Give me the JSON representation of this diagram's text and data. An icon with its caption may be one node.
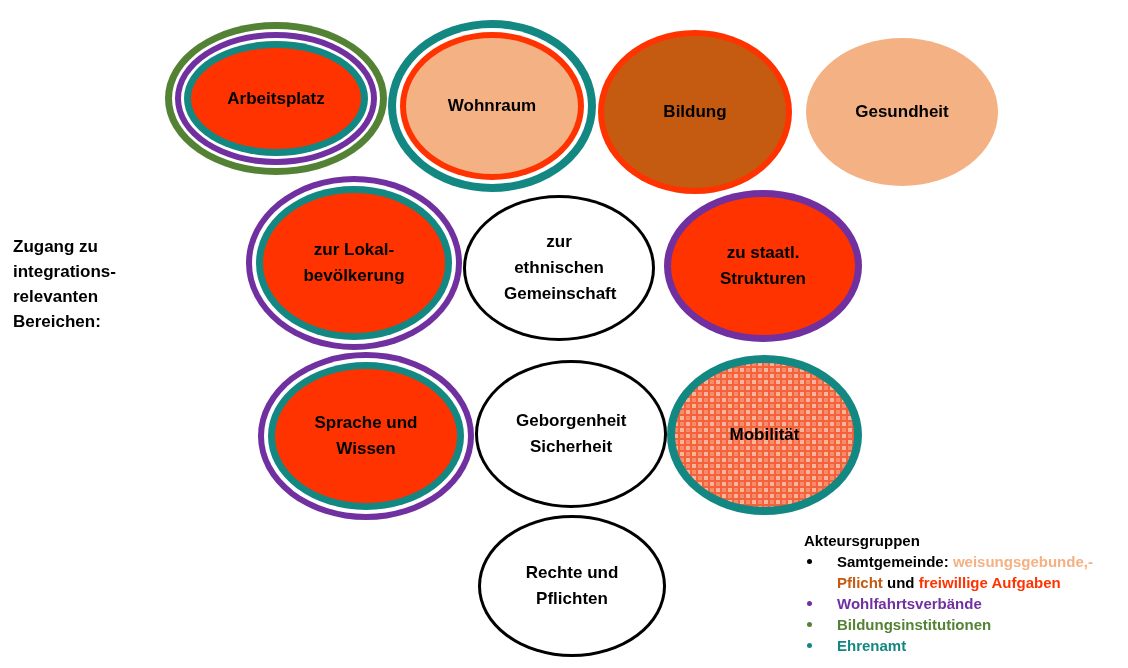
{
  "diagram": {
    "nodes": [
      {
        "text": [
          "Arbeitsplatz"
        ]
      },
      {
        "text": [
          "Wohnraum"
        ]
      },
      {
        "text": [
          "Bildung"
        ]
      },
      {
        "text": [
          "Gesundheit"
        ]
      },
      {
        "text": [
          "zur Lokal- bevölkerung"
        ]
      },
      {
        "text": [
          "zur ethnischen Gemeinschaft"
        ]
      },
      {
        "text": [
          "zu staatl. Strukturen"
        ]
      },
      {
        "text": [
          "Sprache und Wissen"
        ]
      },
      {
        "text": [
          "Geborgenheit Sicherheit"
        ]
      },
      {
        "text": [
          "Mobilität"
        ]
      },
      {
        "text": [
          "Rechte und Pflichten"
        ]
      }
    ],
    "edges": [],
    "labels": [
      "Zugang zu integrations- relevanten Bereichen:",
      "Akteursgruppen"
    ],
    "legend": [
      {
        "text": "Samtgemeinde: weisungsgebunde,- Pflicht und freiwillige Aufgaben"
      },
      {
        "text": "Wohlfahrtsverbände",
        "color": "#7030a0"
      },
      {
        "text": "Bildungsinstitutionen",
        "color": "#548235"
      },
      {
        "text": "Ehrenamt",
        "color": "#138781"
      }
    ]
  }
}
